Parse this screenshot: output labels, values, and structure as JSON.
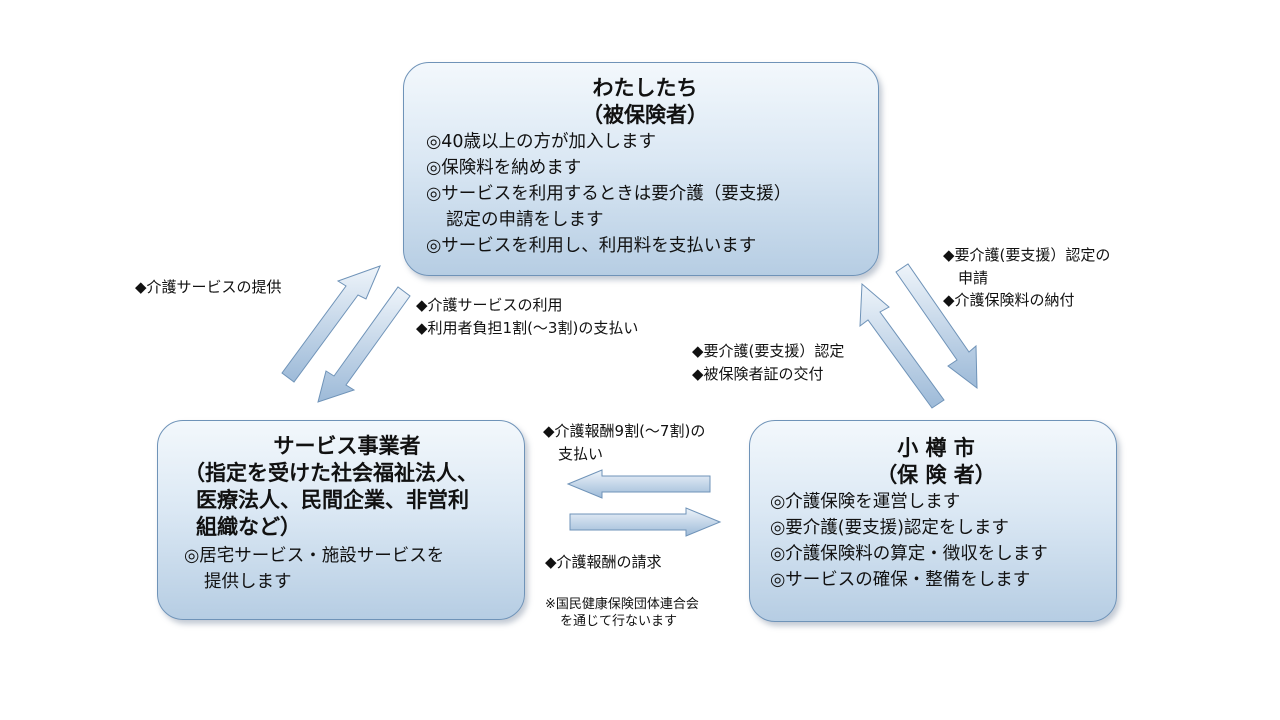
{
  "insured_box": {
    "title": "わたしたち",
    "subtitle": "（被保険者）",
    "items": [
      "◎40歳以上の方が加入します",
      "◎保険料を納めます",
      "◎サービスを利用するときは要介護（要支援）",
      "認定の申請をします",
      "◎サービスを利用し、利用料を支払います"
    ]
  },
  "provider_box": {
    "title": "サービス事業者",
    "subtitle_lines": [
      "（指定を受けた社会福祉法人、",
      "医療法人、民間企業、非営利",
      "組織など）"
    ],
    "items": [
      "◎居宅サービス・施設サービスを",
      "提供します"
    ]
  },
  "city_box": {
    "title": "小 樽 市",
    "subtitle": "（保 険 者）",
    "items": [
      "◎介護保険を運営します",
      "◎要介護(要支援)認定をします",
      "◎介護保険料の算定・徴収をします",
      "◎サービスの確保・整備をします"
    ]
  },
  "labels": {
    "service_provision": "◆介護サービスの提供",
    "service_use": "◆介護サービスの利用",
    "copay": "◆利用者負担1割(～3割)の支払い",
    "certification": "◆要介護(要支援）認定",
    "insurance_card": "◆被保険者証の交付",
    "apply_line1": "◆要介護(要支援）認定の",
    "apply_line2": "申請",
    "premium_payment": "◆介護保険料の納付",
    "fee_payment_line1": "◆介護報酬9割(～7割)の",
    "fee_payment_line2": "支払い",
    "fee_claim": "◆介護報酬の請求",
    "note_line1": "※国民健康保険団体連合会",
    "note_line2": "を通じて行ないます"
  },
  "colors": {
    "box_border": "#6f93b8",
    "arrow_light": "#eef4fa",
    "arrow_dark": "#9dbad8"
  }
}
